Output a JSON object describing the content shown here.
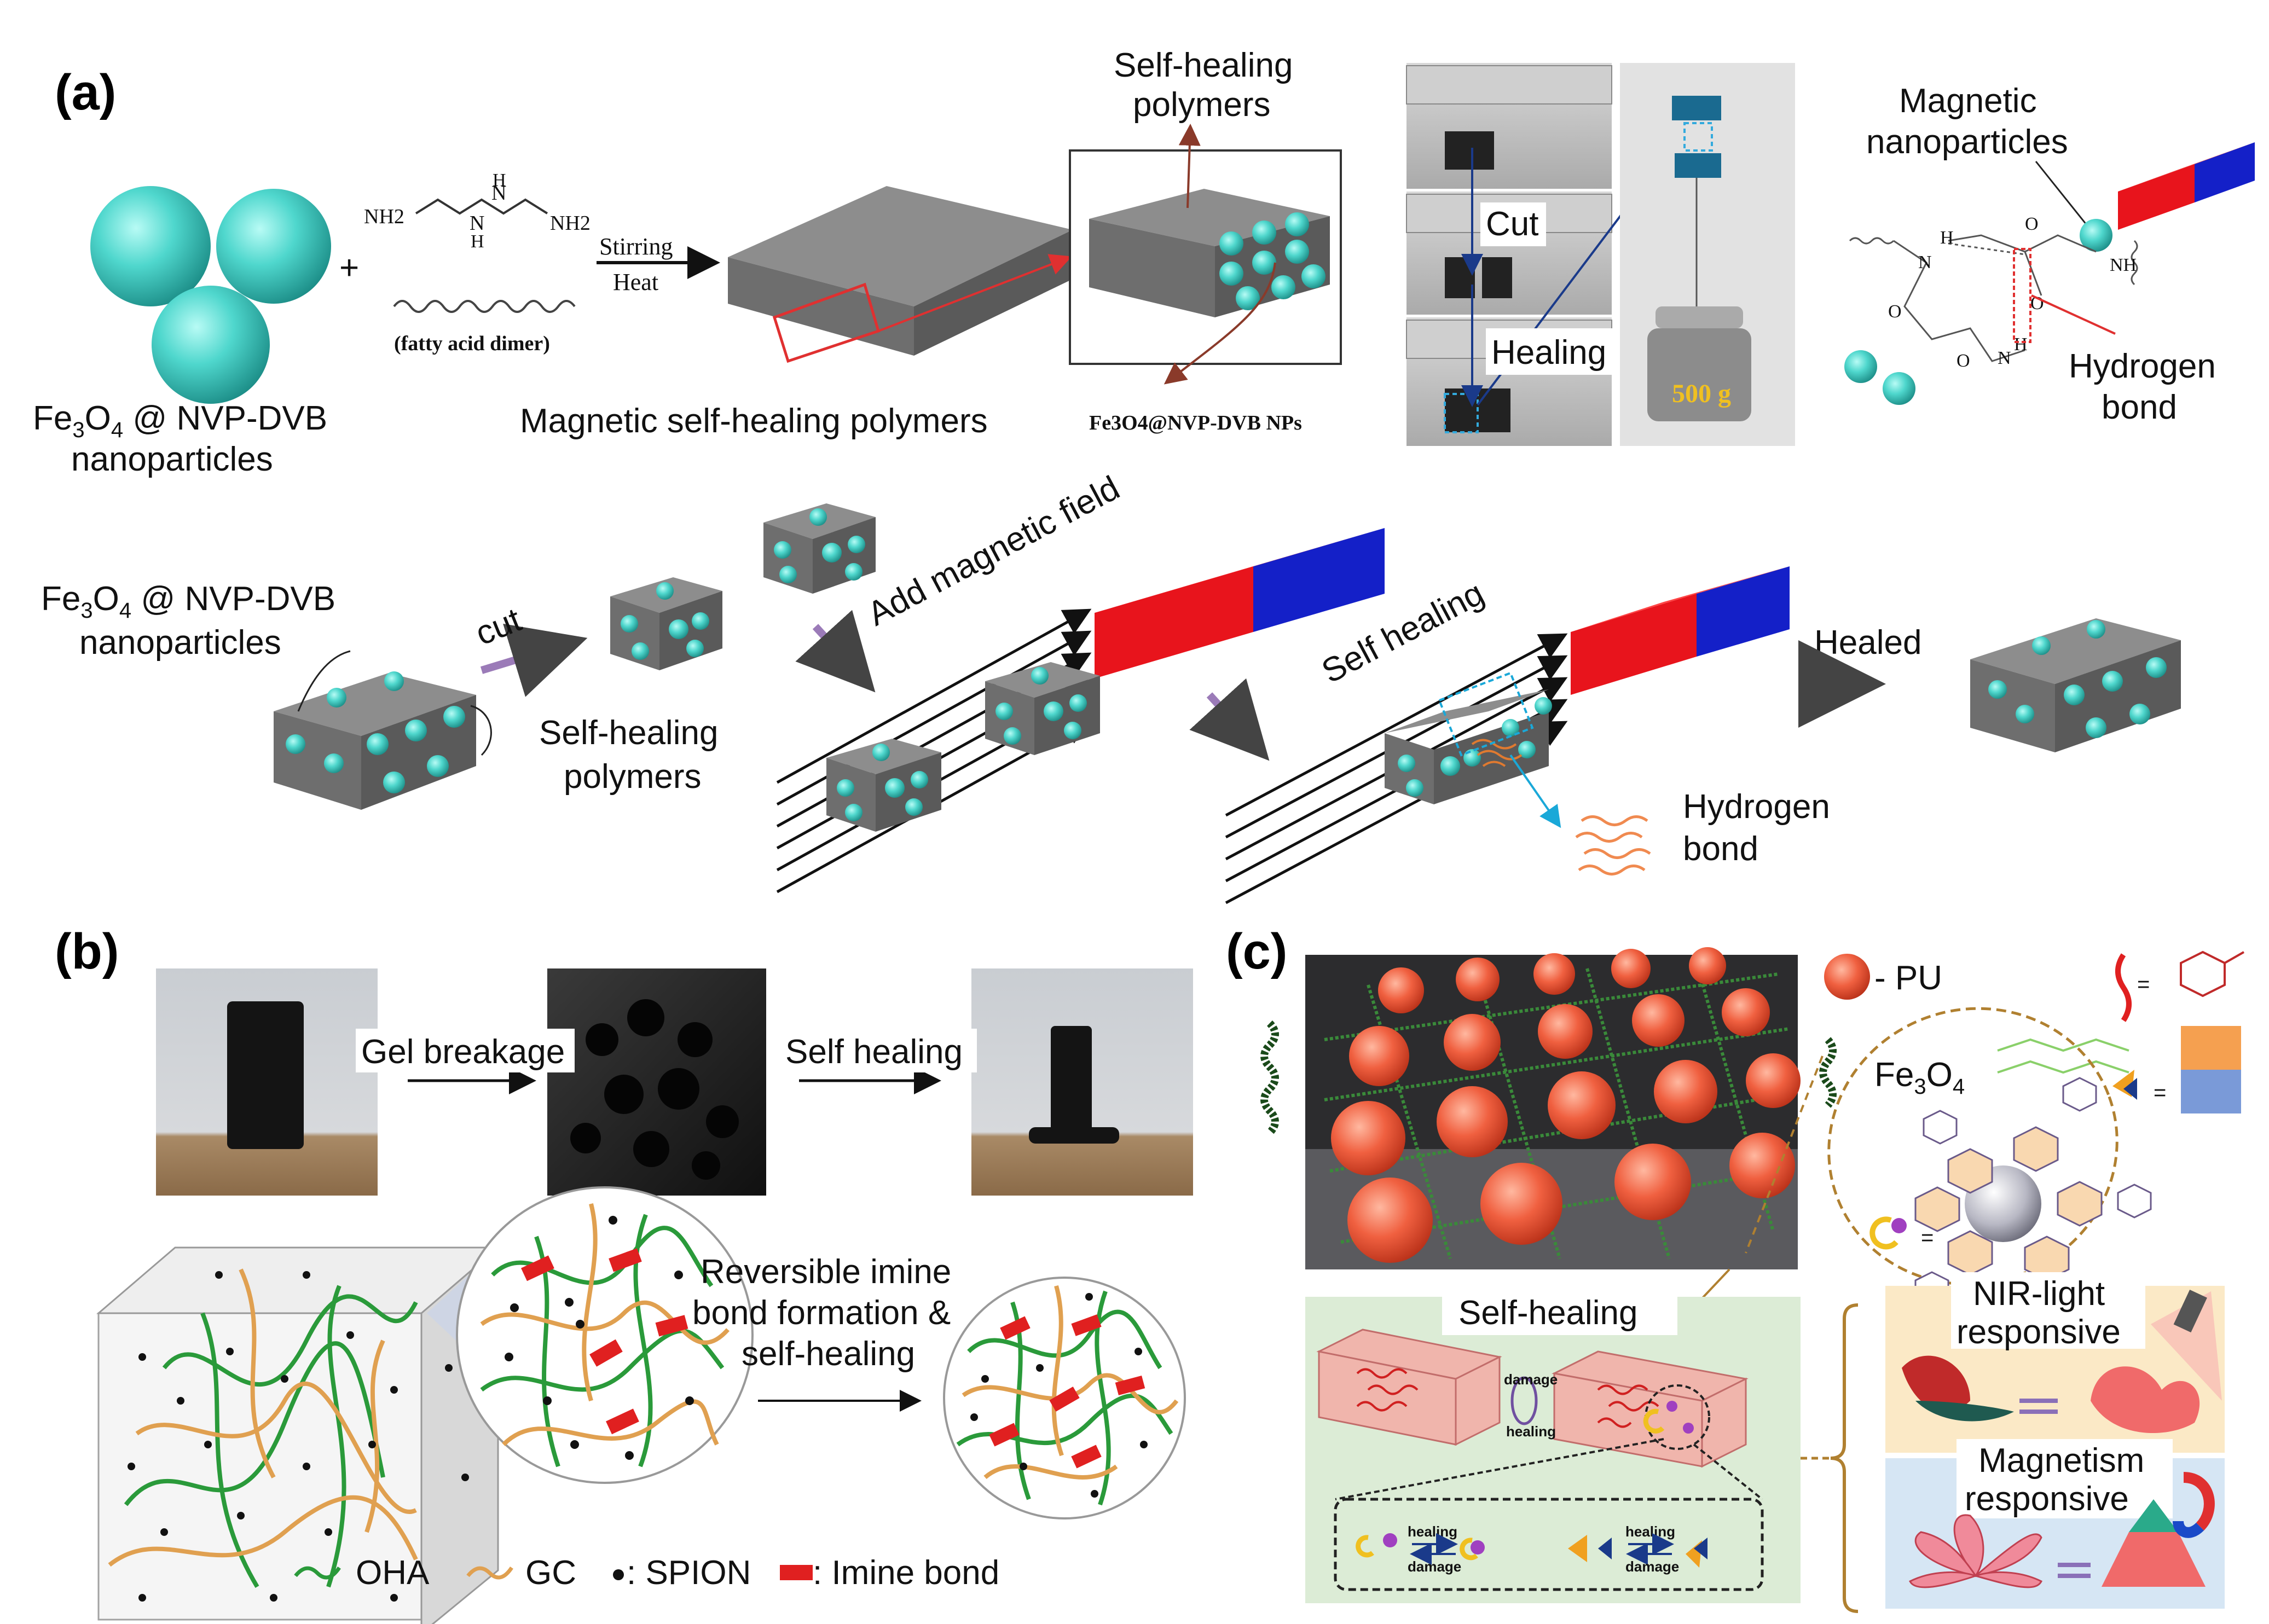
{
  "panels": {
    "a": {
      "label": "(a)",
      "np_label_line1_pre": "Fe",
      "np_label_sub3": "3",
      "np_label_O": "O",
      "np_label_sub4": "4",
      "np_label_line1_post": " @ NVP-DVB",
      "np_label_line2": "nanoparticles",
      "amine_nh2_left": "NH2",
      "amine_nh_1": "N",
      "amine_h_1": "H",
      "amine_nh_2": "N",
      "amine_h_2": "H",
      "amine_nh2_right": "NH2",
      "fatty_acid": "(fatty acid dimer)",
      "plus": "+",
      "stirring": "Stirring",
      "heat": "Heat",
      "mag_polymers": "Magnetic self-healing polymers",
      "self_healing_polymers_l1": "Self-healing",
      "self_healing_polymers_l2": "polymers",
      "nps_label": "Fe3O4@NVP-DVB NPs",
      "photo_cut": "Cut",
      "photo_healing": "Healing",
      "photo_weight": "500 g",
      "mag_np_l1": "Magnetic",
      "mag_np_l2": "nanoparticles",
      "hbond_l1": "Hydrogen",
      "hbond_l2": "bond",
      "chem_h1": "H",
      "chem_n1": "N",
      "chem_nh": "NH",
      "chem_o1": "O",
      "chem_o2": "O",
      "chem_o3": "O",
      "chem_o4": "O",
      "chem_h2": "H",
      "chem_n2": "N",
      "row2_np_l1_pre": "Fe",
      "row2_np_l1_post": " @ NVP-DVB",
      "row2_np_l2": "nanoparticles",
      "cut": "cut",
      "row2_shp_l1": "Self-healing",
      "row2_shp_l2": "polymers",
      "add_field": "Add magnetic field",
      "self_healing": "Self healing",
      "healed": "Healed",
      "row2_hbond_l1": "Hydrogen",
      "row2_hbond_l2": "bond"
    },
    "b": {
      "label": "(b)",
      "gel_breakage": "Gel breakage",
      "self_healing": "Self healing",
      "reversible_l1": "Reversible imine",
      "reversible_l2": "bond formation &",
      "reversible_l3": "self-healing",
      "legend_oha": "OHA",
      "legend_gc": "GC",
      "legend_spion": ":  SPION",
      "legend_imine": ": Imine bond"
    },
    "c": {
      "label": "(c)",
      "pu": "- PU",
      "fe": "Fe",
      "fe_sub3": "3",
      "fe_o": "O",
      "fe_sub4": "4",
      "eq1": "=",
      "eq2": "=",
      "eq3": "=",
      "self_healing": "Self-healing",
      "damage": "damage",
      "healing": "healing",
      "heal_a": "healing",
      "dmg_a": "damage",
      "heal_b": "healing",
      "dmg_b": "damage",
      "nir_l1": "NIR-light",
      "nir_l2": "responsive",
      "mag_l1": "Magnetism",
      "mag_l2": "responsive"
    }
  },
  "colors": {
    "teal": "#3ec9c0",
    "gray_block": "#7d7d7d",
    "magnet_red": "#e8141c",
    "magnet_blue": "#1420c8",
    "arrow_purple": "#9b7bb8",
    "red_outline": "#e03030",
    "cyan_arrow": "#1aa8d8",
    "green_fiber": "#2a9a3a",
    "orange_fiber": "#e0a050",
    "imine_red": "#e02020",
    "pu_orange": "#f06040",
    "panel_green": "#dcecd6",
    "panel_yellow": "#fbe9c6",
    "panel_blue": "#d6e6f4"
  }
}
